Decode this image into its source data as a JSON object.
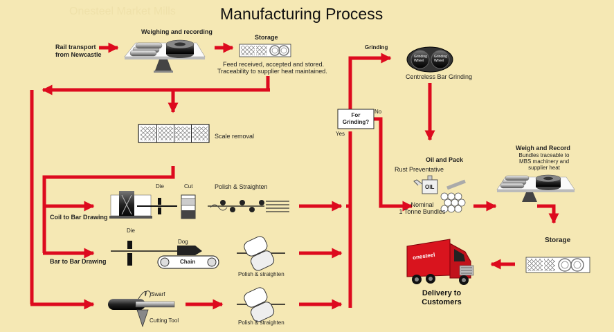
{
  "title": "Manufacturing Process",
  "background_logo_text": "Onesteel Market Mills",
  "colors": {
    "background": "#f5e8b4",
    "arrow": "#dd0a1e",
    "truck_red": "#d9141e",
    "text": "#222222"
  },
  "labels": {
    "rail_transport": [
      "Rail transport",
      "from Newcastle"
    ],
    "weighing_recording": "Weighing and recording",
    "storage_top": "Storage",
    "feed_received": [
      "Feed received, accepted and stored.",
      "Traceability to supplier heat maintained."
    ],
    "scale_removal": "Scale removal",
    "grinding": "Grinding",
    "centreless_grinding": "Centreless Bar Grinding",
    "grinding_wheel": "Grinding Wheel",
    "for_grinding": [
      "For",
      "Grinding?"
    ],
    "no": "No",
    "yes": "Yes",
    "oil_and_pack": "Oil and Pack",
    "rust_preventative": "Rust Preventative",
    "oil_can": "OIL",
    "nominal_bundles": [
      "Nominal",
      "1 Tonne Bundles"
    ],
    "weigh_and_record": "Weigh and Record",
    "bundles_traceable": [
      "Bundles traceable to",
      "MBS machinery and",
      "supplier heat"
    ],
    "storage_right": "Storage",
    "delivery": [
      "Delivery to",
      "Customers"
    ],
    "truck_brand": "onesteel",
    "coil_to_bar": "Coil to Bar Drawing",
    "bar_to_bar": "Bar to Bar Drawing",
    "die_1": "Die",
    "cut": "Cut",
    "polish_straighten_1": "Polish & Straighten",
    "die_2": "Die",
    "dog": "Dog",
    "chain": "Chain",
    "polish_straighten_2": "Polish & straighten",
    "swarf": "Swarf",
    "cutting_tool": "Cutting Tool",
    "polish_straighten_3": "Polish & straighten"
  }
}
